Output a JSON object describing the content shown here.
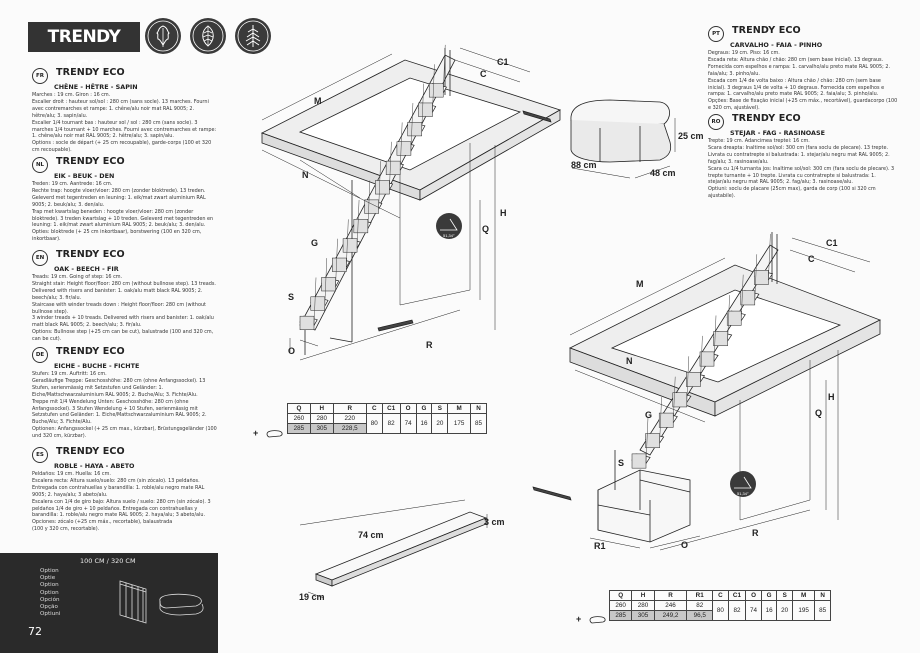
{
  "title": "TRENDY ECO",
  "wood_icons": [
    "oak-leaf-icon",
    "beech-leaf-icon",
    "fir-branch-icon"
  ],
  "languages_left": [
    {
      "code": "FR",
      "title": "TRENDY ECO",
      "subtitle": "CHÊNE - HÊTRE - SAPIN",
      "lines": [
        "Marches : 19 cm. Giron : 16 cm.",
        "Escalier droit : hauteur sol/sol : 280 cm (sans socle). 13 marches. Fourni avec contremarches et rampe: 1. chêne/alu noir mat RAL 9005; 2. hêtre/alu; 3. sapin/alu.",
        "Escalier 1/4 tournant bas : hauteur sol / sol : 280 cm (sans socle). 3 marches 1/4 tournant + 10 marches. Fourni avec contremarches et rampe: 1. chêne/alu noir mat RAL 9005; 2. hêtre/alu; 3. sapin/alu.",
        "Options : socle de départ (+ 25 cm recoupable), garde-corps (100 et 320 cm recoupable)."
      ]
    },
    {
      "code": "NL",
      "title": "TRENDY ECO",
      "subtitle": "EIK - BEUK - DEN",
      "lines": [
        "Treden: 19 cm. Aantrede: 16 cm.",
        "Rechte trap: hoogte vloer/vloer: 280 cm (zonder bloktrede). 13 treden. Geleverd met tegentreden en leuning: 1. eik/mat zwart aluminium RAL 9005; 2. beuk/alu; 3. den/alu.",
        "Trap met kwartslag beneden : hoogte vloer/vloer: 280 cm (zonder bloktrede). 3 treden kwartslag + 10 treden. Geleverd met tegentreden en leuning: 1. eik/mat zwart aluminium RAL 9005; 2. beuk/alu; 3. den/alu.",
        "Opties: bloktrede (+ 25 cm inkortbaar), borstwering (100 en 320 cm, inkortbaar)."
      ]
    },
    {
      "code": "EN",
      "title": "TRENDY ECO",
      "subtitle": "OAK - BEECH - FIR",
      "lines": [
        "Treads: 19 cm. Going of step: 16 cm.",
        "Straight stair: Height floor/floor: 280 cm (without bullnose step). 13 treads. Delivered with risers and banister: 1. oak/alu matt black RAL 9005; 2. beech/alu; 3. fir/alu.",
        "Staircase with winder treads down : Height floor/floor: 280 cm (without bullnose step).",
        "3 winder treads + 10 treads. Delivered with risers and banister: 1. oak/alu matt black RAL 9005; 2. beech/alu; 3. fir/alu.",
        "Options: Bullnose step (+25 cm can be cut), balustrade (100 and 320 cm, can be cut)."
      ]
    },
    {
      "code": "DE",
      "title": "TRENDY ECO",
      "subtitle": "EICHE - BUCHE - FICHTE",
      "lines": [
        "Stufen: 19 cm. Auftritt: 16 cm.",
        "Geradläufige Treppe: Geschosshöhe: 280 cm (ohne Anfangssockel). 13 Stufen, serienmässig mit Setzstufen und Geländer: 1. Eiche/Mattschwarzaluminium RAL 9005; 2. Buche/Alu; 3. Fichte/Alu.",
        "Treppe mit 1/4 Wendelung Unten: Geschosshöhe: 280 cm (ohne Anfangssockel). 3 Stufen Wendelung + 10 Stufen, serienmässig mit Setzstufen und Geländer: 1. Eiche/Mattschwarzaluminium RAL 9005; 2. Buche/Alu; 3. Fichte/Alu.",
        "Optionen: Anfangssockel (+ 25 cm max., kürzbar), Brüstungsgeländer (100 und 320 cm, kürzbar)."
      ]
    },
    {
      "code": "ES",
      "title": "TRENDY ECO",
      "subtitle": "ROBLE - HAYA - ABETO",
      "lines": [
        "Peldaños: 19 cm. Huella: 16 cm.",
        "Escalera recta: Altura suelo/suelo: 280 cm (sin zócalo). 13 peldaños. Entregada con contrahuellas y barandilla: 1. roble/alu negro mate RAL 9005; 2. haya/alu; 3 abeto/alu.",
        "Escalera con 1/4 de giro bajo: Altura suelo / suelo: 280 cm (sin zócalo). 3 peldaños 1/4 de giro + 10 peldaños. Entregada con contrahuellas y barandilla: 1. roble/alu negro mate RAL 9005; 2. haya/alu; 3 abeto/alu.",
        "Opciones: zócalo (+25 cm máx., recortable), balaustrada",
        "(100 y 320 cm, recortable)."
      ]
    }
  ],
  "languages_right": [
    {
      "code": "PT",
      "title": "TRENDY ECO",
      "subtitle": "CARVALHO - FAIA - PINHO",
      "lines": [
        "Degraus: 19 cm. Piso: 16 cm.",
        "Escada reta: Altura chão / chão: 280 cm (sem base inicial). 13 degraus. Fornecida com espelhos e rampa: 1. carvalho/alu preto mate RAL 9005; 2. faia/alu; 3. pinho/alu.",
        "Escada com 1/4 de volta baixo : Altura chão / chão: 280 cm (sem base inicial). 3 degraus 1/4 de volta + 10 degraus. Fornecida com espelhos e rampa: 1. carvalho/alu preto mate RAL 9005; 2. faia/alu; 3. pinho/alu.",
        "Opções: Base de fixação inicial (+25 cm máx., recortável), guardacorpo (100 e 320 cm, ajustável)."
      ]
    },
    {
      "code": "RO",
      "title": "TRENDY ECO",
      "subtitle": "STEJAR - FAG - RASINOASE",
      "lines": [
        "Trepte: 19 cm. Adancimea treptei: 16 cm.",
        "Scara dreapta: Inaltime sol/sol: 300 cm (fara soclu de plecare). 13 trepte. Livrata cu contratrepte si balustrada: 1. stejar/alu negru mat RAL 9005; 2. fag/alu; 3. rasinoase/alu.",
        "Scara cu 1/4 turnanta jos: Inaltime sol/sol: 300 cm (fara soclu de plecare). 3 trepte turnante + 10 trepte. Livrata cu contratrepte si balustrada: 1. stejar/alu negru mat RAL 9005; 2. fag/alu; 3. rasinoase/alu.",
        "Optiuni: soclu de placare (25cm max), garda de corp (100 si 320 cm ajustabile)."
      ]
    }
  ],
  "footer": {
    "size": "100 CM / 320 CM",
    "options": [
      "Option",
      "Optie",
      "Option",
      "Option",
      "Opción",
      "Opção",
      "Optiuni"
    ],
    "page": "72"
  },
  "dims_top": {
    "M": "M",
    "N": "N",
    "C": "C",
    "C1": "C1",
    "H": "H",
    "Q": "Q",
    "G": "G",
    "S": "S",
    "O": "O",
    "R": "R",
    "angle": "51,34°"
  },
  "dims_bottom": {
    "M": "M",
    "N": "N",
    "C": "C",
    "C1": "C1",
    "H": "H",
    "Q": "Q",
    "G": "G",
    "S": "S",
    "O": "O",
    "R": "R",
    "R1": "R1",
    "angle": "51,34°"
  },
  "step_box": {
    "h": "25 cm",
    "l": "88 cm",
    "w": "48 cm"
  },
  "plank": {
    "l": "74 cm",
    "h": "3 cm",
    "w": "19 cm"
  },
  "table1": {
    "headers": [
      "Q",
      "H",
      "R",
      "C",
      "C1",
      "O",
      "G",
      "S",
      "M",
      "N"
    ],
    "rows": [
      [
        "260",
        "280",
        "220"
      ],
      [
        "285",
        "305",
        "228,5"
      ]
    ],
    "shared": [
      "80",
      "82",
      "74",
      "16",
      "20",
      "175",
      "85"
    ]
  },
  "table2": {
    "headers": [
      "Q",
      "H",
      "R",
      "R1",
      "C",
      "C1",
      "O",
      "G",
      "S",
      "M",
      "N"
    ],
    "rows": [
      [
        "260",
        "280",
        "246",
        "82"
      ],
      [
        "285",
        "305",
        "249,2",
        "96,5"
      ]
    ],
    "shared": [
      "80",
      "82",
      "74",
      "16",
      "20",
      "195",
      "85"
    ]
  },
  "plus_label": "+"
}
